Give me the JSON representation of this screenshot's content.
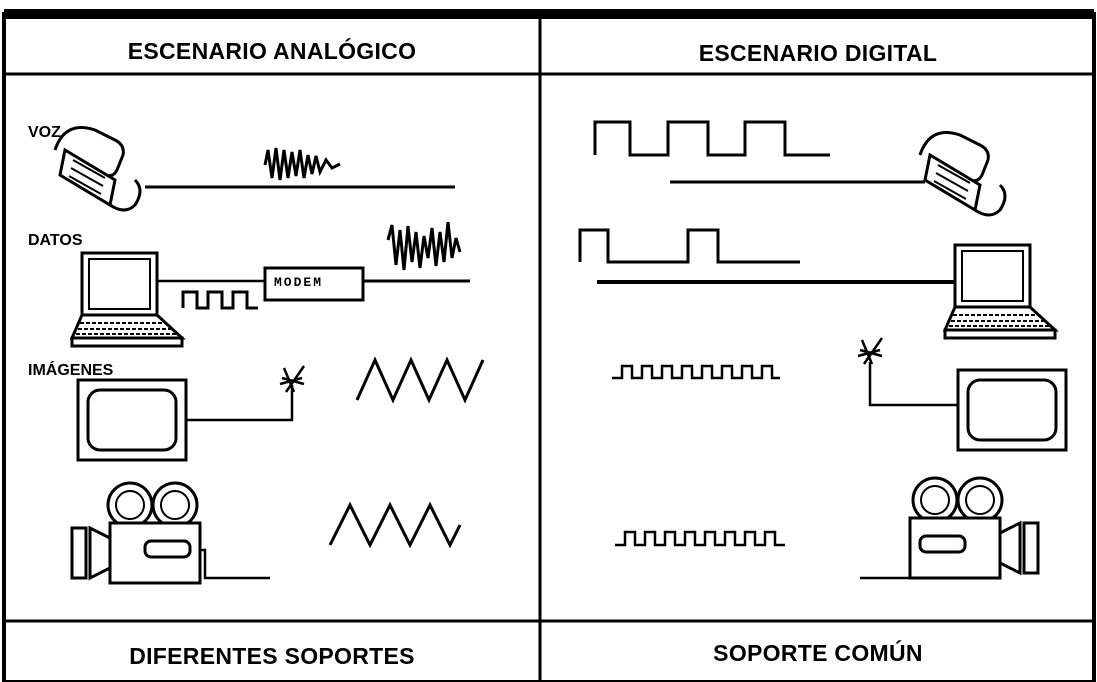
{
  "headers": {
    "analog": "ESCENARIO ANALÓGICO",
    "digital": "ESCENARIO DIGITAL"
  },
  "footers": {
    "analog": "DIFERENTES SOPORTES",
    "digital": "SOPORTE COMÚN"
  },
  "labels": {
    "voz": "VOZ",
    "datos": "DATOS",
    "imagenes": "IMÁGENES",
    "modem": "MODEM"
  },
  "icons": [
    "telephone-icon",
    "laptop-icon",
    "tv-monitor-icon",
    "antenna-icon",
    "video-camera-icon"
  ],
  "colors": {
    "ink": "#000000",
    "background": "#ffffff"
  }
}
